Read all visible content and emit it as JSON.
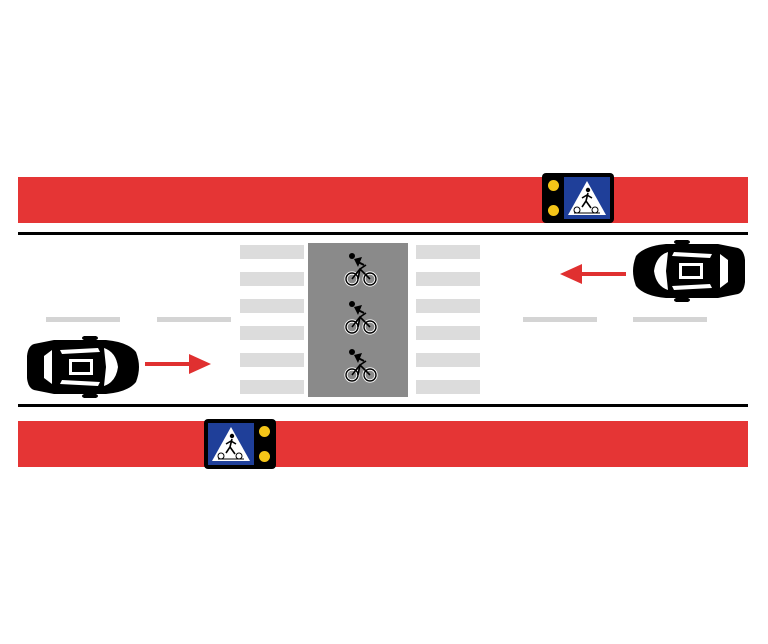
{
  "colors": {
    "curb_red": "#e53535",
    "arrow_red": "#e03030",
    "bike_lane_gray": "#8a8a8a",
    "zebra_stripe": "#dcdcdc",
    "lane_dash": "#d4d4d4",
    "sign_blue": "#1f3f99",
    "beacon_lamp": "#f5c518",
    "car_body": "#000000"
  },
  "scene": {
    "top_curb": {},
    "bottom_curb": {},
    "crosswalk": {
      "zebra_stripes_per_side": 6
    },
    "bike_lane": {
      "cyclist_icons": 3
    },
    "vehicles": [
      {
        "id": "car-left",
        "direction": "east",
        "icon": "car-top-view-icon"
      },
      {
        "id": "car-right",
        "direction": "west",
        "icon": "car-top-view-icon"
      }
    ],
    "warning_beacons": [
      {
        "id": "beacon-top",
        "icon": "pedestrian-cyclist-crossing-sign-icon",
        "lamps": 2
      },
      {
        "id": "beacon-bottom",
        "icon": "pedestrian-cyclist-crossing-sign-icon",
        "lamps": 2
      }
    ],
    "direction_arrows": [
      {
        "id": "arrow-right",
        "direction": "east",
        "icon": "arrow-right-icon"
      },
      {
        "id": "arrow-left",
        "direction": "west",
        "icon": "arrow-left-icon"
      }
    ]
  }
}
